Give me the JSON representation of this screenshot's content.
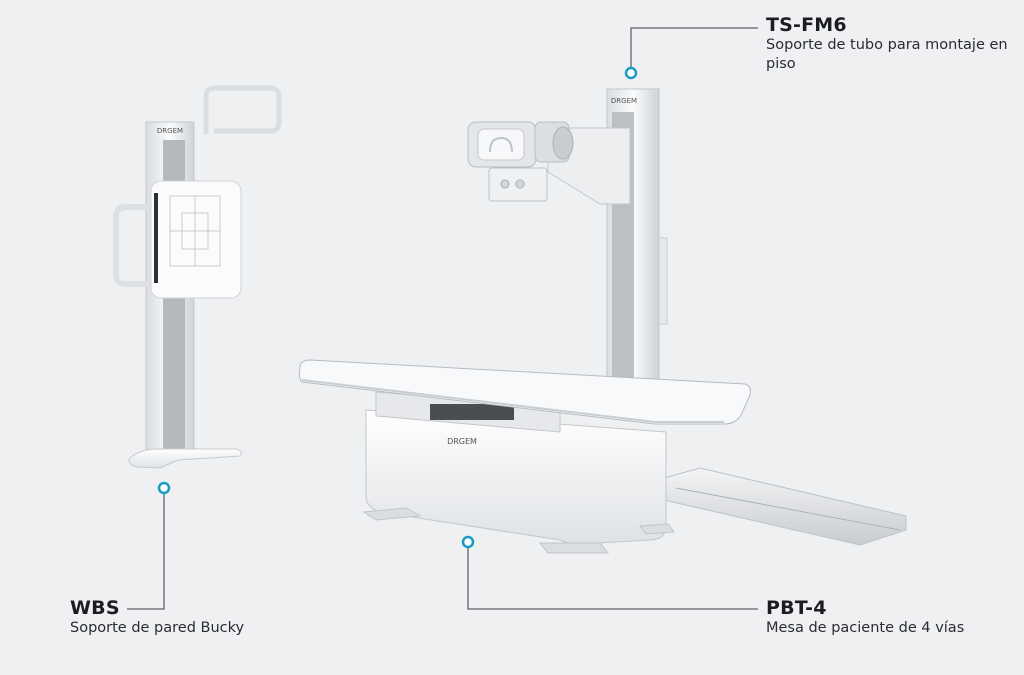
{
  "products": [
    {
      "code": "TS-FM6",
      "description": "Soporte de tubo para montaje en piso"
    },
    {
      "code": "WBS",
      "description": "Soporte de pared Bucky"
    },
    {
      "code": "PBT-4",
      "description": "Mesa de paciente de 4 vías"
    }
  ],
  "brand_labels": {
    "stand": "DRGEM",
    "table": "DRGEM",
    "tube": "DRGEM"
  },
  "colors": {
    "background": "#eef0f2",
    "leader_line": "#3a3d44",
    "marker": "#1a9bc4"
  }
}
